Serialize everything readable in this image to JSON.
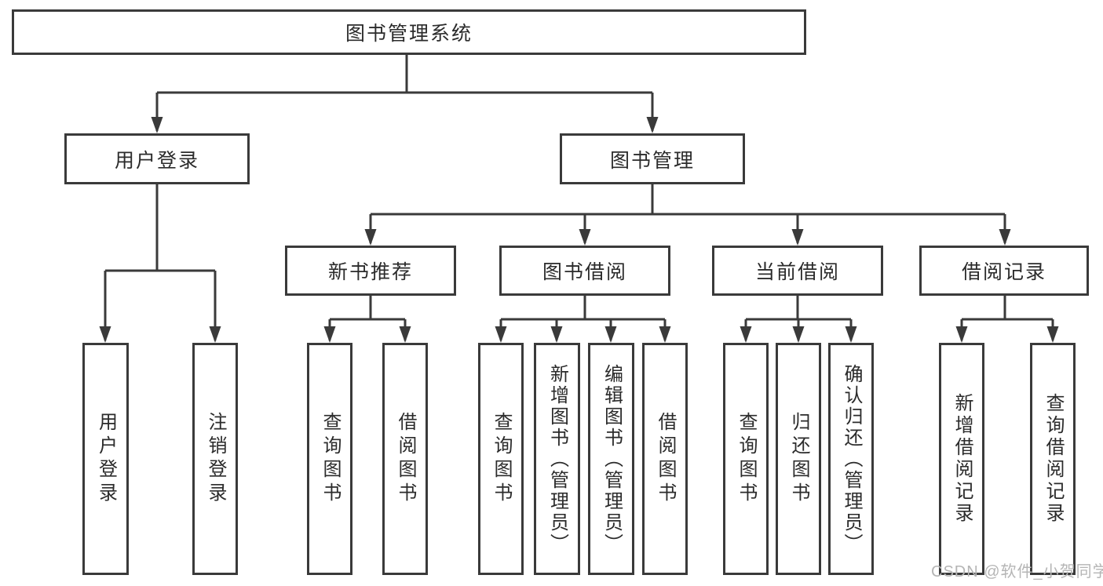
{
  "diagram": {
    "root": {
      "label": "图书管理系统"
    },
    "level2": [
      {
        "id": "user-login",
        "label": "用户登录"
      },
      {
        "id": "book-management",
        "label": "图书管理"
      }
    ],
    "level3": [
      {
        "id": "new-book-recommend",
        "label": "新书推荐"
      },
      {
        "id": "book-borrowing",
        "label": "图书借阅"
      },
      {
        "id": "current-borrowing",
        "label": "当前借阅"
      },
      {
        "id": "borrow-records",
        "label": "借阅记录"
      }
    ],
    "leaves": [
      {
        "id": "leaf-user-login",
        "label": "用户登录"
      },
      {
        "id": "leaf-logout",
        "label": "注销登录"
      },
      {
        "id": "leaf-query-books-recommend",
        "label": "查询图书"
      },
      {
        "id": "leaf-borrow-books-recommend",
        "label": "借阅图书"
      },
      {
        "id": "leaf-query-books-borrowing",
        "label": "查询图书"
      },
      {
        "id": "leaf-add-books-admin",
        "label": "新增图书（管理员）"
      },
      {
        "id": "leaf-edit-books-admin",
        "label": "编辑图书（管理员）"
      },
      {
        "id": "leaf-borrow-books",
        "label": "借阅图书"
      },
      {
        "id": "leaf-query-books-current",
        "label": "查询图书"
      },
      {
        "id": "leaf-return-books",
        "label": "归还图书"
      },
      {
        "id": "leaf-confirm-return-admin",
        "label": "确认归还（管理员）"
      },
      {
        "id": "leaf-add-borrow-record",
        "label": "新增借阅记录"
      },
      {
        "id": "leaf-query-borrow-record",
        "label": "查询借阅记录"
      }
    ]
  },
  "watermark": {
    "text": "CSDN @软件_小贺同学"
  },
  "colors": {
    "line": "#3a3a3a",
    "text": "#2b2b2b",
    "background": "#ffffff",
    "watermark": "#b5b5b5"
  }
}
